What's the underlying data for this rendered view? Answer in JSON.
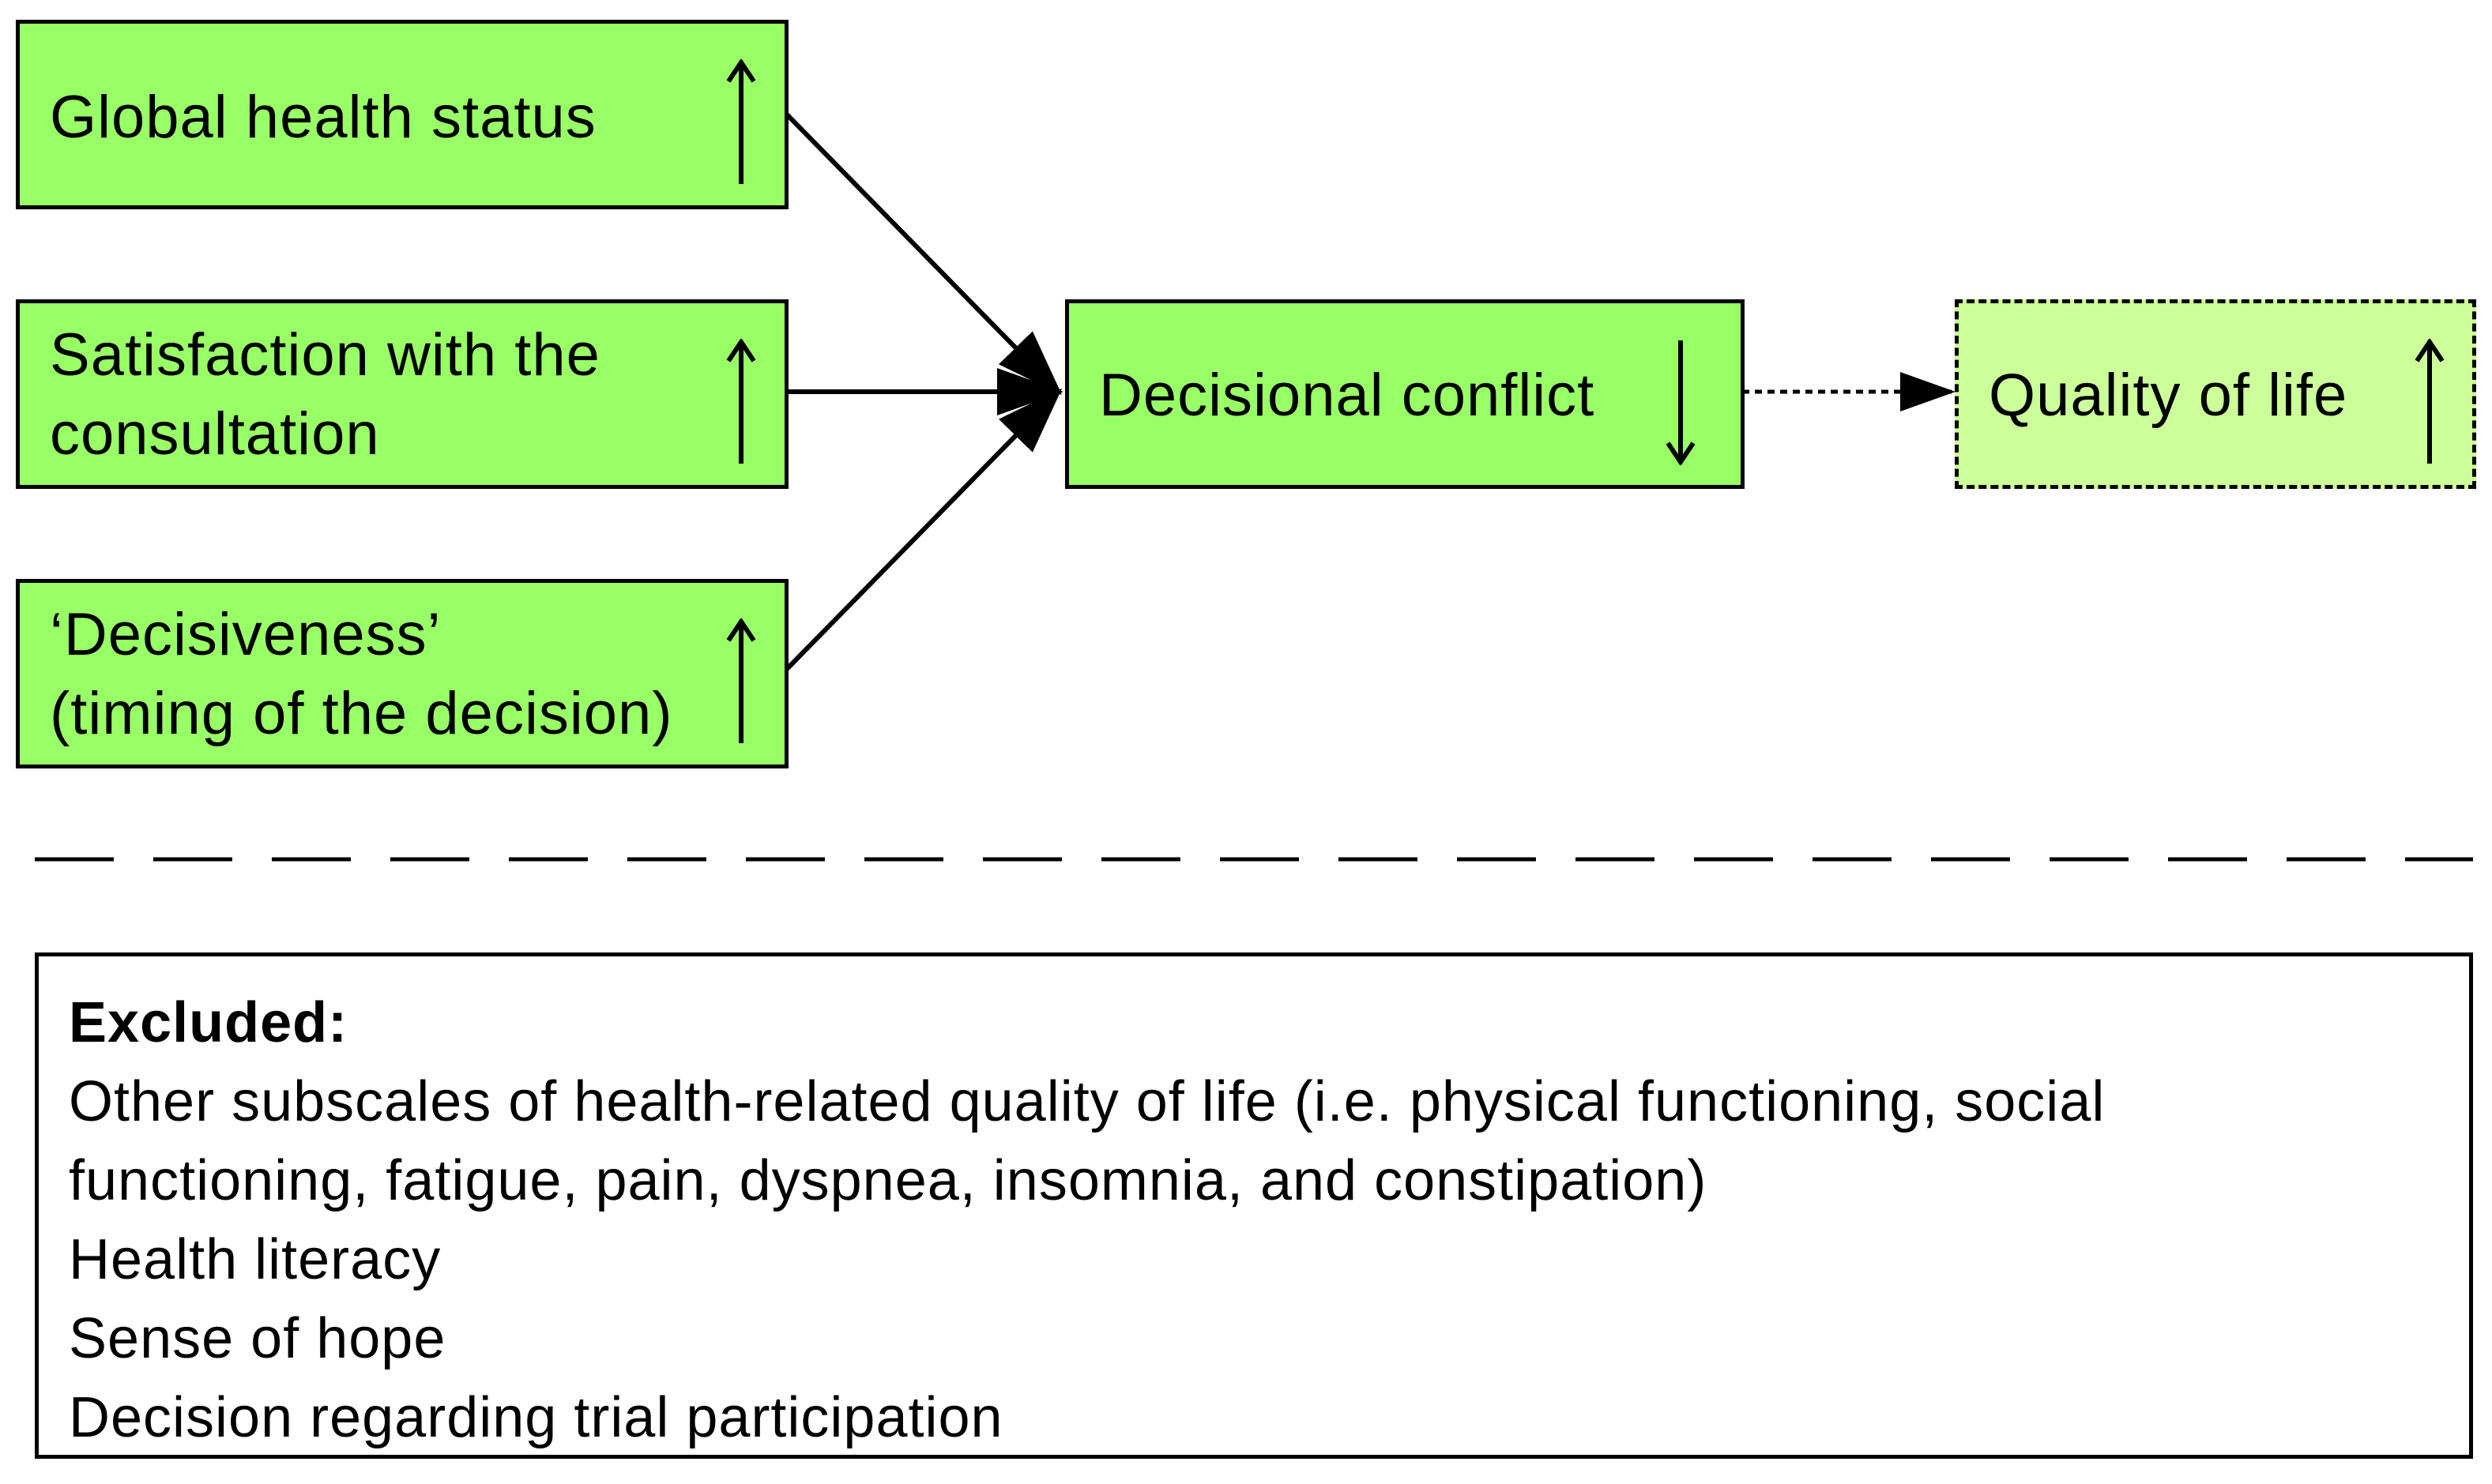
{
  "nodes": {
    "global_health": {
      "label": "Global health status",
      "trend": "up-arrow"
    },
    "satisfaction": {
      "label_line1": "Satisfaction with the",
      "label_line2": "consultation",
      "trend": "up-arrow"
    },
    "decisiveness": {
      "label_line1": "‘Decisiveness’",
      "label_line2": "(timing of the decision)",
      "trend": "up-arrow"
    },
    "decisional_conflict": {
      "label": "Decisional conflict",
      "trend": "down-arrow"
    },
    "quality_of_life": {
      "label": "Quality of life",
      "trend": "up-arrow"
    }
  },
  "edges": [
    {
      "from": "global_health",
      "to": "decisional_conflict",
      "style": "solid"
    },
    {
      "from": "satisfaction",
      "to": "decisional_conflict",
      "style": "solid"
    },
    {
      "from": "decisiveness",
      "to": "decisional_conflict",
      "style": "solid"
    },
    {
      "from": "decisional_conflict",
      "to": "quality_of_life",
      "style": "dotted"
    }
  ],
  "excluded": {
    "heading": "Excluded:",
    "items": [
      "Other subscales of health-related quality of life (i.e. physical functioning, social",
      "functioning, fatigue, pain, dyspnea, insomnia, and constipation)",
      "Health literacy",
      "Sense of hope",
      "Decision regarding trial participation"
    ]
  },
  "colors": {
    "predictor_fill": "#99ff66",
    "outcome_fill": "#ccff99",
    "stroke": "#000000"
  }
}
